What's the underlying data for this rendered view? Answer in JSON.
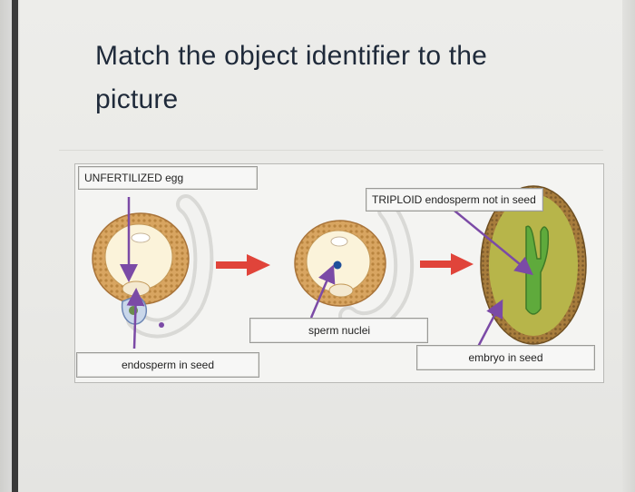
{
  "question": {
    "text": "Match the object identifier to the picture"
  },
  "labels": {
    "unfertilized_egg": "UNFERTILIZED egg",
    "triploid_endosperm": "TRIPLOID endosperm not in seed",
    "sperm_nuclei": "sperm nuclei",
    "endosperm_in_seed": "endosperm in seed",
    "embryo_in_seed": "embryo in seed"
  },
  "colors": {
    "arrow": "#e0443a",
    "pointer": "#7b4aa6",
    "seed_fill": "#b7b54a",
    "ovule_ring": "#d8a561",
    "embryo": "#5faa3c",
    "title_text": "#1f2a3a"
  }
}
